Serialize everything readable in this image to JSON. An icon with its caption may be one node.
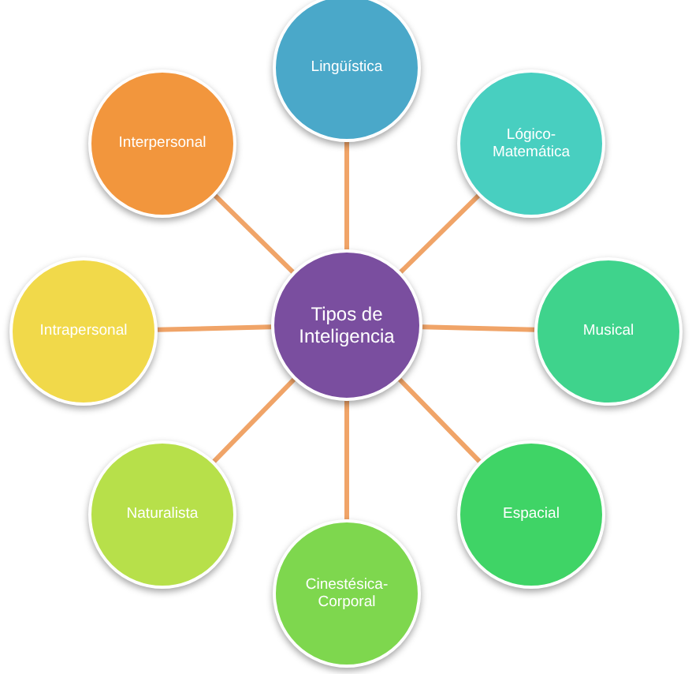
{
  "diagram": {
    "nodes": [
      {
        "text": [
          "Tipos de Inteligencia"
        ]
      },
      {
        "text": [
          "Lingüística"
        ]
      },
      {
        "text": [
          "Lógico-Matemática"
        ]
      },
      {
        "text": [
          "Musical"
        ]
      },
      {
        "text": [
          "Espacial"
        ]
      },
      {
        "text": [
          "Cinestésica-Corporal"
        ]
      },
      {
        "text": [
          "Naturalista"
        ]
      },
      {
        "text": [
          "Intrapersonal"
        ]
      },
      {
        "text": [
          "Interpersonal"
        ]
      }
    ],
    "edges": [
      {
        "from": 0,
        "to": 1,
        "arrow": "none"
      },
      {
        "from": 0,
        "to": 2,
        "arrow": "none"
      },
      {
        "from": 0,
        "to": 3,
        "arrow": "none"
      },
      {
        "from": 0,
        "to": 4,
        "arrow": "none"
      },
      {
        "from": 0,
        "to": 5,
        "arrow": "none"
      },
      {
        "from": 0,
        "to": 6,
        "arrow": "none"
      },
      {
        "from": 0,
        "to": 7,
        "arrow": "none"
      },
      {
        "from": 0,
        "to": 8,
        "arrow": "none"
      }
    ]
  }
}
